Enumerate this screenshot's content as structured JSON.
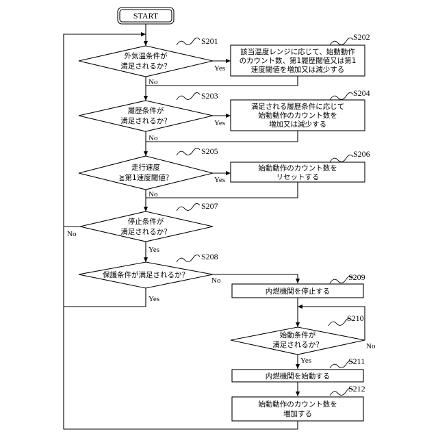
{
  "start_label": "START",
  "steps": {
    "s201": {
      "id": "S201",
      "text": [
        "外気温条件が",
        "満足されるか？"
      ]
    },
    "s202": {
      "id": "S202",
      "text": [
        "該当温度レンジに応じて、始動動作",
        "のカウント数、第1履歴閾値又は第1",
        "速度閾値を増加又は減少する"
      ]
    },
    "s203": {
      "id": "S203",
      "text": [
        "履歴条件が",
        "満足されるか？"
      ]
    },
    "s204": {
      "id": "S204",
      "text": [
        "満足される履歴条件に応じて",
        "始動動作のカウント数を",
        "増加又は減少する"
      ]
    },
    "s205": {
      "id": "S205",
      "text": [
        "走行速度",
        "≧第1速度閾値？"
      ]
    },
    "s206": {
      "id": "S206",
      "text": [
        "始動動作のカウント数を",
        "リセットする"
      ]
    },
    "s207": {
      "id": "S207",
      "text": [
        "停止条件が",
        "満足されるか？"
      ]
    },
    "s208": {
      "id": "S208",
      "text": [
        "保護条件が満足されるか？"
      ]
    },
    "s209": {
      "id": "S209",
      "text": [
        "内燃機関を停止する"
      ]
    },
    "s210": {
      "id": "S210",
      "text": [
        "始動条件が",
        "満足されるか？"
      ]
    },
    "s211": {
      "id": "S211",
      "text": [
        "内燃機関を始動する"
      ]
    },
    "s212": {
      "id": "S212",
      "text": [
        "始動動作のカウント数を",
        "増加する"
      ]
    }
  },
  "edge_labels": {
    "s201_yes": "Yes",
    "s201_no": "No",
    "s203_yes": "Yes",
    "s203_no": "No",
    "s205_yes": "Yes",
    "s205_no": "No",
    "s207_yes": "Yes",
    "s207_no": "No",
    "s208_yes": "Yes",
    "s208_no": "No",
    "s210_yes": "Yes",
    "s210_no": "No"
  }
}
